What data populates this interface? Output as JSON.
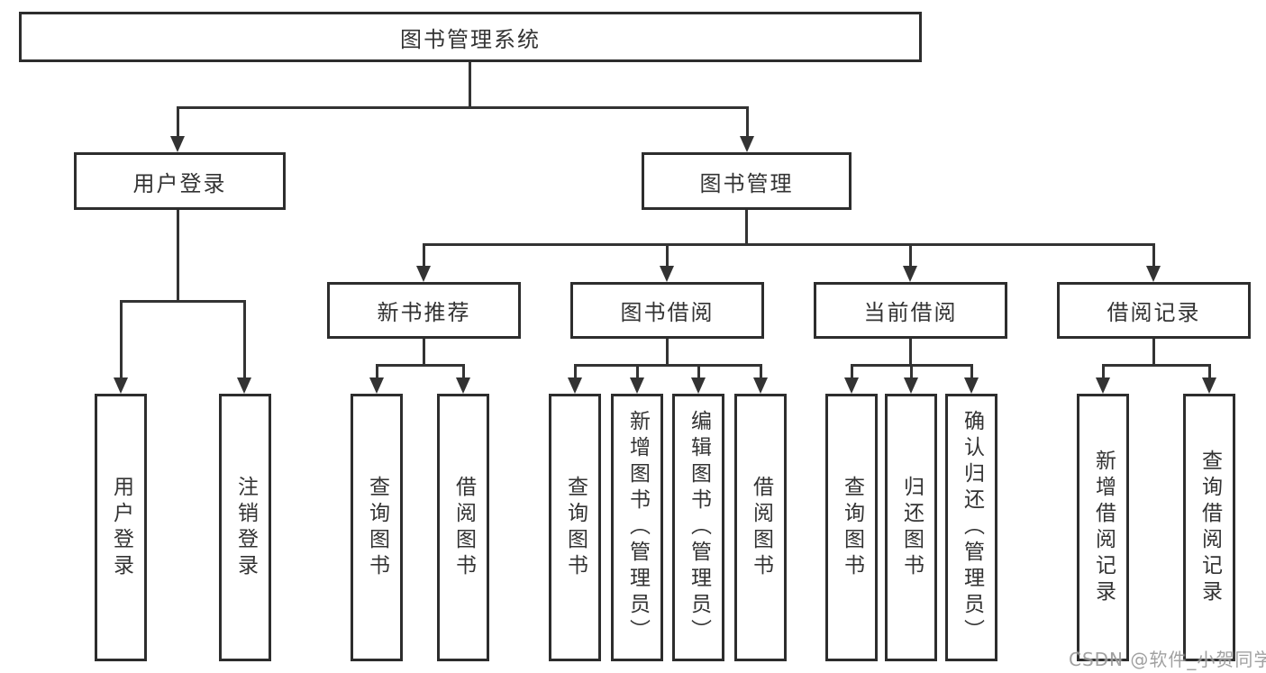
{
  "tree": {
    "label": "图书管理系统",
    "children": [
      {
        "label": "用户登录",
        "children": [
          {
            "label": "用户登录"
          },
          {
            "label": "注销登录"
          }
        ]
      },
      {
        "label": "图书管理",
        "children": [
          {
            "label": "新书推荐",
            "children": [
              {
                "label": "查询图书"
              },
              {
                "label": "借阅图书"
              }
            ]
          },
          {
            "label": "图书借阅",
            "children": [
              {
                "label": "查询图书"
              },
              {
                "label": "新增图书（管理员）"
              },
              {
                "label": "编辑图书（管理员）"
              },
              {
                "label": "借阅图书"
              }
            ]
          },
          {
            "label": "当前借阅",
            "children": [
              {
                "label": "查询图书"
              },
              {
                "label": "归还图书"
              },
              {
                "label": "确认归还（管理员）"
              }
            ]
          },
          {
            "label": "借阅记录",
            "children": [
              {
                "label": "新增借阅记录"
              },
              {
                "label": "查询借阅记录"
              }
            ]
          }
        ]
      }
    ]
  },
  "line_color": "#333333",
  "watermark": "CSDN @软件_小贺同学"
}
